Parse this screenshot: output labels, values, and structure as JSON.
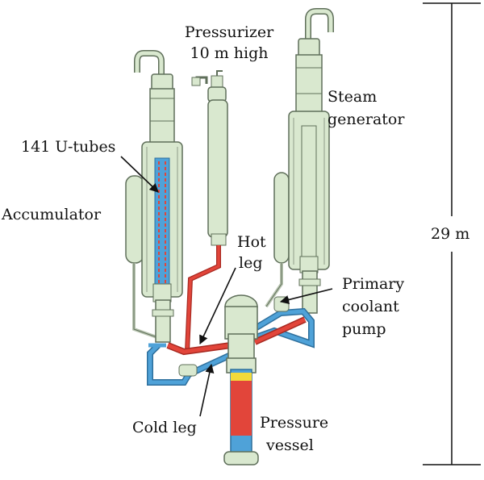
{
  "labels": {
    "pressurizer_line1": "Pressurizer",
    "pressurizer_line2": "10 m high",
    "steam_generator_line1": "Steam",
    "steam_generator_line2": "generator",
    "u_tubes": "141 U-tubes",
    "accumulator": "Accumulator",
    "hot_leg_line1": "Hot",
    "hot_leg_line2": "leg",
    "primary_pump_line1": "Primary",
    "primary_pump_line2": "coolant",
    "primary_pump_line3": "pump",
    "cold_leg": "Cold leg",
    "pressure_vessel_line1": "Pressure",
    "pressure_vessel_line2": "vessel",
    "height": "29 m"
  },
  "colors": {
    "component_fill": "#d9e8cf",
    "component_stroke": "#5f6f5a",
    "hot_coolant": "#e2453a",
    "cold_coolant": "#4fa2d8",
    "core_yellow": "#f3da3a",
    "dimension_line": "#111111"
  }
}
